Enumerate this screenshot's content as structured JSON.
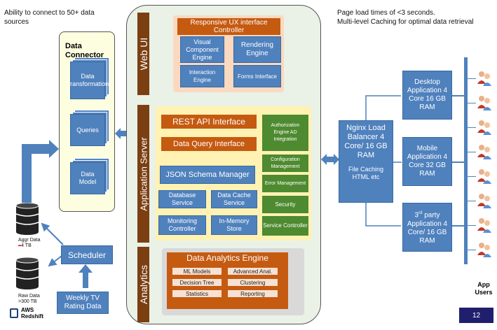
{
  "notes": {
    "top_left": "Ability to connect to 50+ data sources",
    "top_right_1": "Page load times of <3 seconds.",
    "top_right_2": "Multi-level Caching for optimal data retrieval"
  },
  "data_connector": {
    "title": "Data Connector",
    "items": [
      "Data Transformation",
      "Queries",
      "Data Model"
    ]
  },
  "storage": {
    "aggr_label": "Aggr Data",
    "aggr_size": "4 TB",
    "raw_label": "Raw Data",
    "raw_size": ">300 TB",
    "aws": "AWS",
    "redshift": "Redshift",
    "scheduler": "Scheduler",
    "weekly": "Weekly TV Rating Data"
  },
  "web_ui": {
    "label": "Web UI",
    "controller": "Responsive UX interface Controller",
    "boxes": [
      "Visual Component Engine",
      "Rendering Engine",
      "Interaction Engine",
      "Forms Interface"
    ]
  },
  "app_server": {
    "label": "Application Server",
    "rest": "REST API Interface",
    "query": "Data Query Interface",
    "json": "JSON Schema Manager",
    "blue_boxes": [
      "Database Service",
      "Data Cache Service",
      "Monitoring Controller",
      "In-Memory Store"
    ],
    "green_boxes": [
      "Authorization Engine AD Integration",
      "Configuration Management",
      "Error Management",
      "Security",
      "Service Controller"
    ]
  },
  "analytics": {
    "label": "Analytics",
    "engine": "Data Analytics Engine",
    "items": [
      "ML Models",
      "Advanced Anal.",
      "Decision Tree",
      "Clustering",
      "Statistics",
      "Reporting"
    ]
  },
  "nginx": {
    "title": "Nginx Load Balancer 4 Core/ 16 GB RAM",
    "cache": "File Caching HTML etc"
  },
  "apps": {
    "desktop": "Desktop Application 4 Core 16 GB RAM",
    "mobile": "Mobile Application 4 Core 32 GB RAM",
    "third_a": "3",
    "third_sup": "rd",
    "third_b": "party Application 4 Core/ 16 GB RAM"
  },
  "app_users": "App Users",
  "page_number": "12",
  "colors": {
    "blue": "#4f81bd",
    "orange": "#c55a11",
    "green": "#4e8a2f",
    "brown": "#7b3f12",
    "connector_bg": "#fdfde0",
    "app_bg": "#fff2b3"
  }
}
